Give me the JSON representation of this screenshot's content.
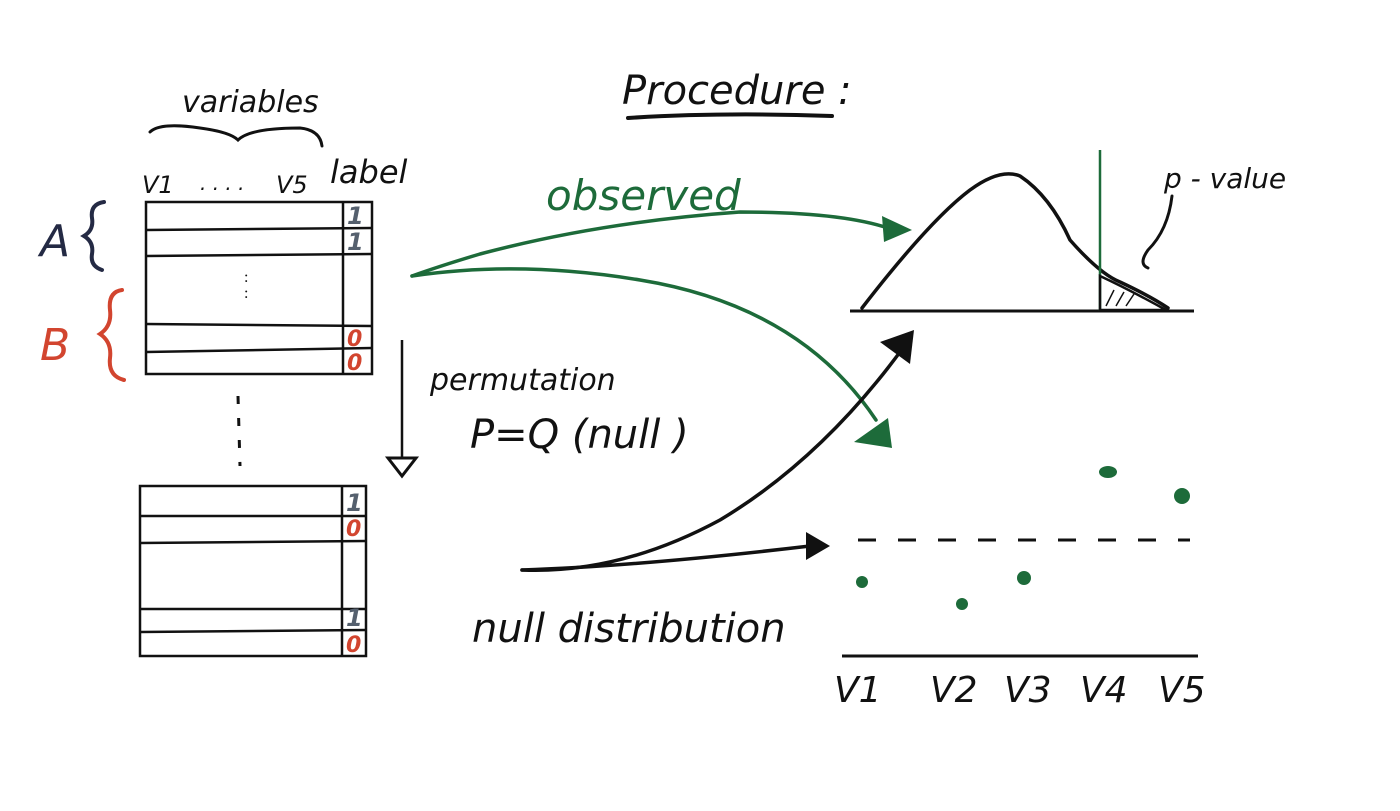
{
  "title": "Procedure :",
  "header": {
    "variables": "variables",
    "col_first": "V1",
    "col_dots": ". . . .",
    "col_last": "V5",
    "col_label": "label"
  },
  "groups": {
    "a": "A",
    "b": "B"
  },
  "observed_table": {
    "labels": [
      "1",
      "1",
      "0",
      "0"
    ]
  },
  "permuted_table": {
    "labels": [
      "1",
      "0",
      "1",
      "0"
    ]
  },
  "permutation": {
    "word": "permutation",
    "hypothesis": "P=Q (null )"
  },
  "observed": "observed",
  "p_value": "p - value",
  "null_distribution": "null distribution",
  "variable_axis": {
    "labels": [
      "V1",
      "V2",
      "V3",
      "V4",
      "V5"
    ]
  },
  "colors": {
    "ink": "#111111",
    "green": "#1d6b3a",
    "red": "#d2452f",
    "navy": "#242a44"
  }
}
